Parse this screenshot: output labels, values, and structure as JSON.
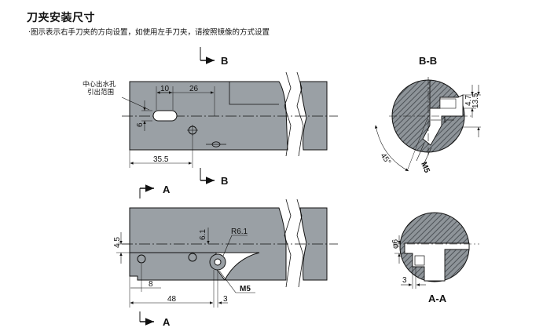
{
  "title": "刀夹安装尺寸",
  "subtitle": "·图示表示右手刀夹的方向设置，如使用左手刀夹，请按照镜像的方式设置",
  "colors": {
    "body": "#9aa0a5",
    "hatch": "#5a5f63",
    "line": "#111111"
  },
  "top_view": {
    "section_label_top": "B",
    "section_label_bottom": "B",
    "coolant_note_line1": "中心出水孔",
    "coolant_note_line2": "引出范围",
    "dim_10": "10",
    "dim_26": "26",
    "dim_6": "6",
    "dim_35_5": "35.5"
  },
  "bottom_view": {
    "section_label_top": "A",
    "section_label_bottom": "A",
    "dim_4_5": "4.5",
    "dim_6_1": "6.1",
    "dim_r6_1": "R6.1",
    "dim_8": "8",
    "dim_48": "48",
    "dim_3": "3",
    "dim_m5": "M5"
  },
  "section_bb": {
    "label": "B-B",
    "dim_4_7": "4.7",
    "dim_13_5": "13.5",
    "dim_1": "1",
    "dim_45": "45°",
    "dim_m5": "M5"
  },
  "section_aa": {
    "label": "A-A",
    "dim_phi6": "φ6",
    "dim_3": "3"
  }
}
